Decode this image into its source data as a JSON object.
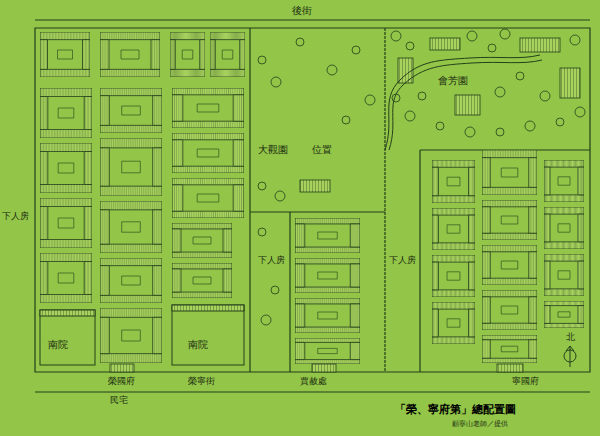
{
  "diagram": {
    "title": "「榮、寧府第」總配置圖",
    "caption": "顧寧山老師／提供",
    "labels": [
      "後街",
      "會芳園",
      "大觀園",
      "位置",
      "下人房",
      "下人房",
      "下人房",
      "南院",
      "南院",
      "榮國府",
      "榮寧街",
      "賈赦處",
      "寧國府",
      "民宅",
      "北"
    ]
  }
}
